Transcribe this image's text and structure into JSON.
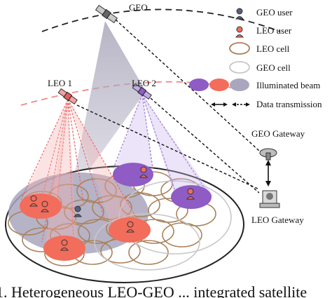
{
  "satellites": {
    "geo": "GEO",
    "leo1": "LEO 1",
    "leo2": "LEO 2"
  },
  "gateways": {
    "geo": "GEO Gateway",
    "leo": "LEO Gateway"
  },
  "legend": {
    "geo_user": "GEO user",
    "leo_user": "LEO user",
    "leo_cell": "LEO cell",
    "geo_cell": "GEO cell",
    "illuminated_beam": "Illuminated beam",
    "data_transmission": "Data transmission"
  },
  "caption": "1. Heterogeneous LEO-GEO ... integrated satellite",
  "colors": {
    "leo_beam": "#f26d5b",
    "geo_beam": "#8e5cc4",
    "geo_area": "#a9a6bd",
    "leo_cell": "#a9825a",
    "geo_cell": "#c8c8c8"
  }
}
